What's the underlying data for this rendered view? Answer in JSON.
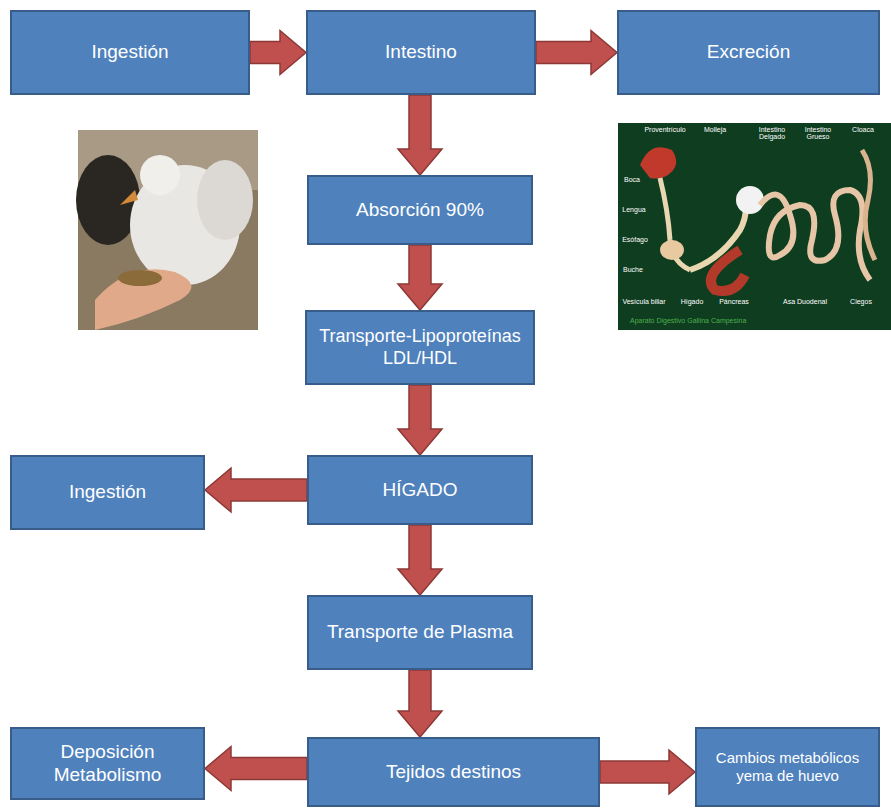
{
  "diagram": {
    "nodes": [
      {
        "text": [
          "Ingestión"
        ]
      },
      {
        "text": [
          "Intestino"
        ]
      },
      {
        "text": [
          "Excreción"
        ]
      },
      {
        "text": [
          "Absorción 90%"
        ]
      },
      {
        "text": [
          "Transporte-Lipoproteínas LDL/HDL"
        ]
      },
      {
        "text": [
          "Ingestión"
        ]
      },
      {
        "text": [
          "HÍGADO"
        ]
      },
      {
        "text": [
          "Transporte de Plasma"
        ]
      },
      {
        "text": [
          "Deposición Metabolismo"
        ]
      },
      {
        "text": [
          "Tejidos destinos"
        ]
      },
      {
        "text": [
          "Cambios metabólicos yema de huevo"
        ]
      }
    ],
    "edges": [
      {
        "from": 0,
        "to": 1,
        "arrow": "to"
      },
      {
        "from": 1,
        "to": 2,
        "arrow": "to"
      },
      {
        "from": 1,
        "to": 3,
        "arrow": "to"
      },
      {
        "from": 3,
        "to": 4,
        "arrow": "to"
      },
      {
        "from": 4,
        "to": 6,
        "arrow": "to"
      },
      {
        "from": 6,
        "to": 5,
        "arrow": "to"
      },
      {
        "from": 6,
        "to": 7,
        "arrow": "to"
      },
      {
        "from": 7,
        "to": 9,
        "arrow": "to"
      },
      {
        "from": 9,
        "to": 8,
        "arrow": "to"
      },
      {
        "from": 9,
        "to": 10,
        "arrow": "to"
      }
    ],
    "labels": [
      "Proventrículo",
      "Molleja",
      "Intestino Delgado",
      "Intestino Grueso",
      "Cloaca",
      "Boca",
      "Lengua",
      "Esófago",
      "Buche",
      "Vesícula biliar",
      "Hígado",
      "Páncreas",
      "Asa Duodenal",
      "Ciegos",
      "Aparato Digestivo Gallina Campesina"
    ]
  }
}
